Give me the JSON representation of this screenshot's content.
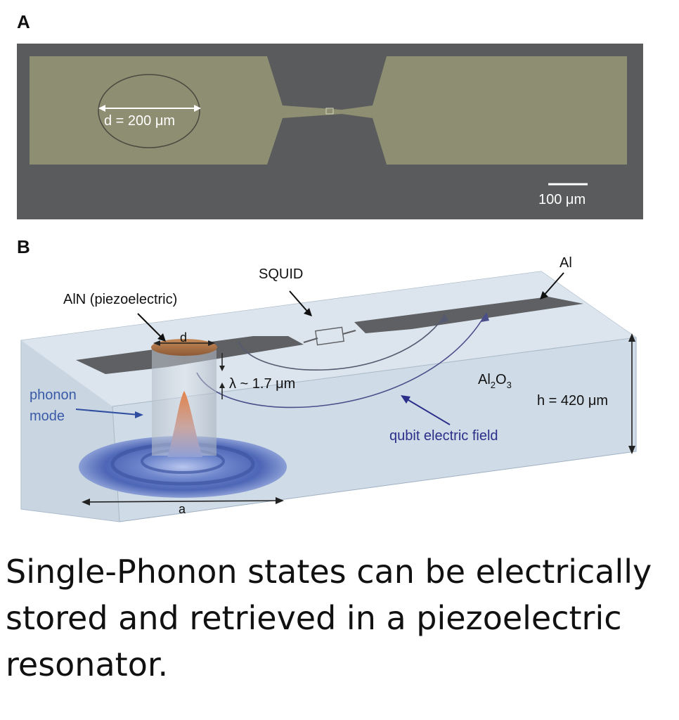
{
  "panel_a": {
    "letter": "A",
    "diameter_label": "d = 200 μm",
    "scale_label": "100 μm"
  },
  "panel_b": {
    "letter": "B",
    "label_squid": "SQUID",
    "label_al": "Al",
    "label_aln": "AlN (piezoelectric)",
    "label_d": "d",
    "label_lambda": "λ ~ 1.7 μm",
    "label_al2o3_main": "Al",
    "label_al2o3_sub1": "2",
    "label_al2o3_mid": "O",
    "label_al2o3_sub2": "3",
    "label_h": "h = 420 μm",
    "label_phonon_line1": "phonon",
    "label_phonon_line2": "mode",
    "label_field": "qubit electric field",
    "label_a": "a"
  },
  "caption": "Single-Phonon states can be electrically stored and retrieved in a piezoelectric resonator."
}
